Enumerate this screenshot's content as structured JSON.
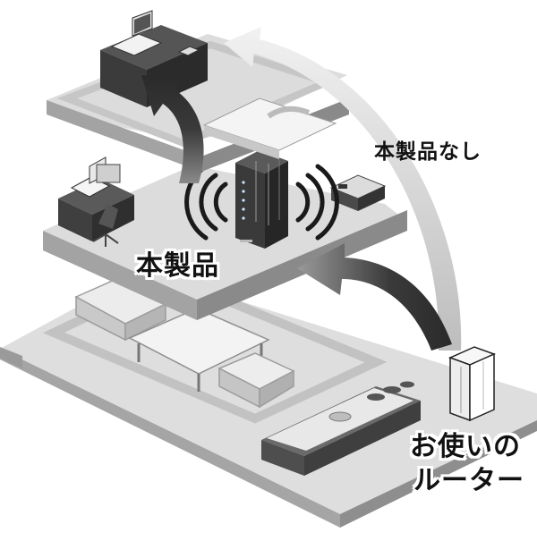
{
  "labels": {
    "product": "本製品",
    "without_product": "本製品なし",
    "router_line1": "お使いの",
    "router_line2": "ルーター"
  },
  "colors": {
    "floor_top": "#dcdcdc",
    "floor_side": "#a9a9a9",
    "furniture_dark": "#5f5f5f",
    "arrow_dark": "#3a3a3a",
    "arrow_light": "#d6d6d6",
    "text": "#111111"
  },
  "icons": [
    "wifi-signal-icon",
    "router-icon",
    "extender-device-icon"
  ]
}
